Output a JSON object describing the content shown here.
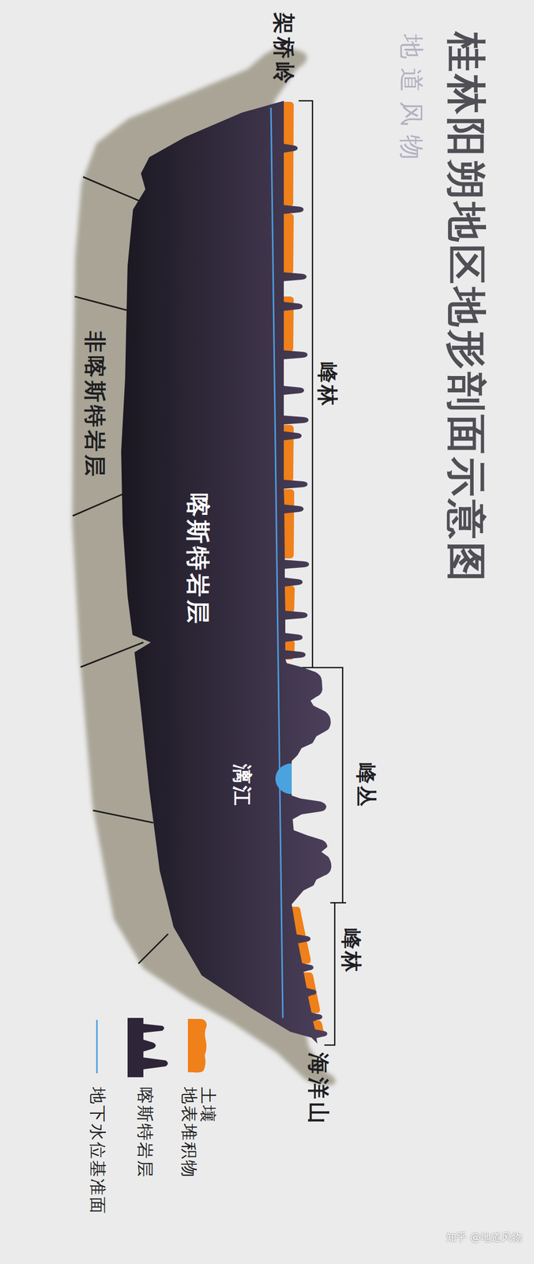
{
  "diagram": {
    "title": "桂林阳朔地区地形剖面示意图",
    "nodes": [
      {
        "text": [
          "非喀斯特岩层"
        ]
      },
      {
        "text": [
          "喀斯特岩层"
        ],
        "in": 0
      }
    ],
    "labels": [
      "地道风物",
      "架桥岭",
      "峰林",
      "峰丛",
      "峰林",
      "漓江",
      "海洋山",
      "知乎 @地道风物"
    ],
    "legend": [
      {
        "text": "土壤 地表堆积物",
        "color": "#f0801a"
      },
      {
        "text": "喀斯特岩层",
        "color": "#2e2538"
      },
      {
        "text": "地下水位基准面"
      }
    ]
  }
}
